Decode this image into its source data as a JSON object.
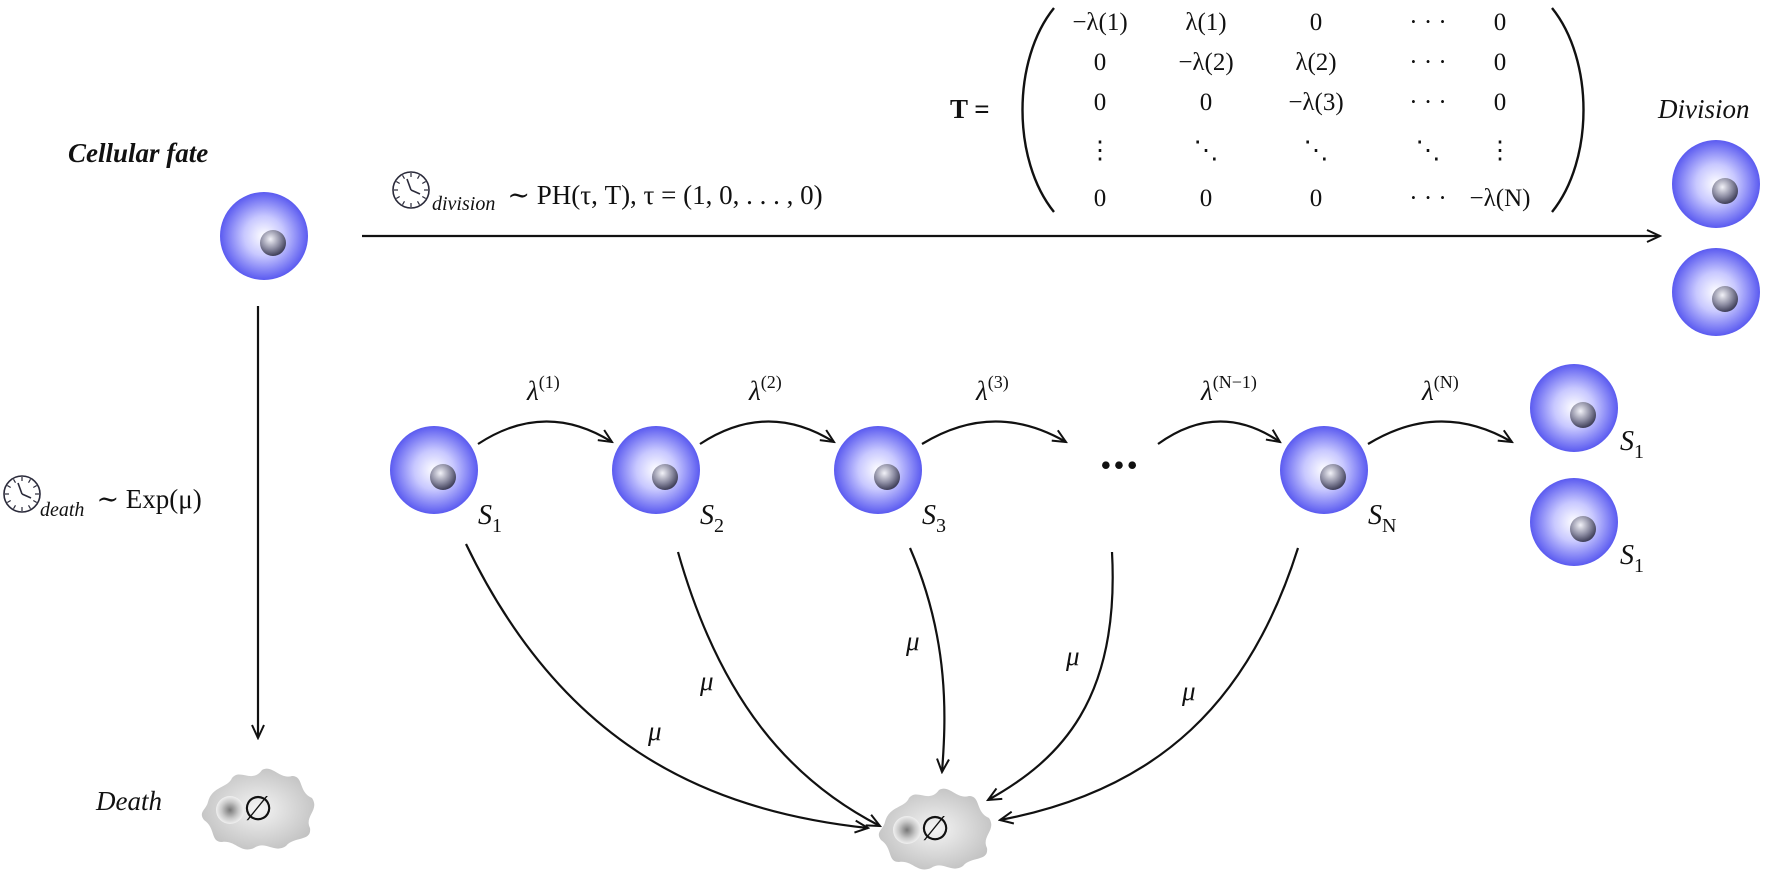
{
  "title": "Cellular fate",
  "division_label": "Division",
  "death_label": "Death",
  "empty_set": "∅",
  "division_clock": {
    "subscript": "division",
    "expr": "∼ PH(τ, T),  τ = (1, 0, . . . , 0)"
  },
  "death_clock": {
    "subscript": "death",
    "expr": "∼ Exp(μ)"
  },
  "matrix": {
    "name": "T =",
    "rows": [
      [
        "−λ(1)",
        "λ(1)",
        "0",
        "· · ·",
        "0"
      ],
      [
        "0",
        "−λ(2)",
        "λ(2)",
        "· · ·",
        "0"
      ],
      [
        "0",
        "0",
        "−λ(3)",
        "· · ·",
        "0"
      ],
      [
        "⋮",
        "⋱",
        "⋱",
        "⋱",
        "⋮"
      ],
      [
        "0",
        "0",
        "0",
        "· · ·",
        "−λ(N)"
      ]
    ]
  },
  "stages": [
    {
      "label": "S",
      "sub": "1"
    },
    {
      "label": "S",
      "sub": "2"
    },
    {
      "label": "S",
      "sub": "3"
    },
    {
      "label": "S",
      "sub": "N"
    }
  ],
  "ellipsis": "•••",
  "rates": [
    {
      "base": "λ",
      "sup": "(1)"
    },
    {
      "base": "λ",
      "sup": "(2)"
    },
    {
      "base": "λ",
      "sup": "(3)"
    },
    {
      "base": "λ",
      "sup": "(N−1)"
    },
    {
      "base": "λ",
      "sup": "(N)"
    }
  ],
  "daughters": [
    {
      "label": "S",
      "sub": "1"
    },
    {
      "label": "S",
      "sub": "1"
    }
  ],
  "death_rate": "μ",
  "colors": {
    "cell": "#6e6ef0",
    "cell_light": "#c8c8ff",
    "nucleus": "#6a6a80",
    "dead_cell": "#cfcfcf",
    "line": "#111111"
  }
}
